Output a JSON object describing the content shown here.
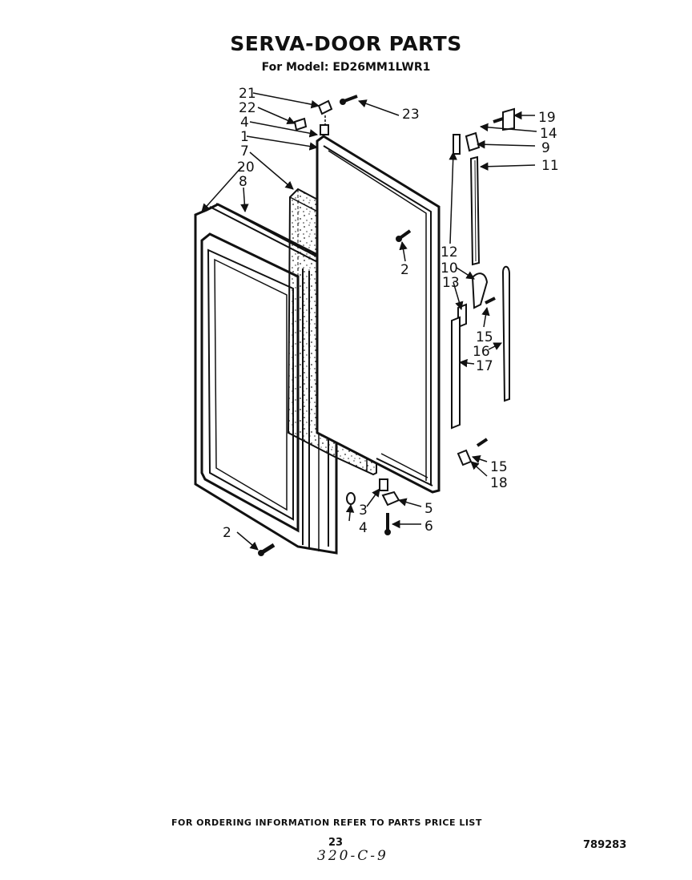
{
  "title": "SERVA-DOOR PARTS",
  "subtitle": "For Model: ED26MM1LWR1",
  "callouts": {
    "c21": "21",
    "c22": "22",
    "c23": "23",
    "c4a": "4",
    "c1": "1",
    "c7": "7",
    "c20": "20",
    "c8": "8",
    "c2a": "2",
    "c2b": "2",
    "c3": "3",
    "c4b": "4",
    "c5": "5",
    "c6": "6",
    "c19": "19",
    "c14": "14",
    "c9": "9",
    "c11": "11",
    "c12": "12",
    "c10": "10",
    "c13": "13",
    "c15a": "15",
    "c16": "16",
    "c17": "17",
    "c15b": "15",
    "c18": "18"
  },
  "footer": {
    "ordering_note": "FOR ORDERING INFORMATION REFER TO PARTS PRICE LIST",
    "page_number": "23",
    "handwritten_note": "320-C-9",
    "catalog_number": "789283"
  }
}
